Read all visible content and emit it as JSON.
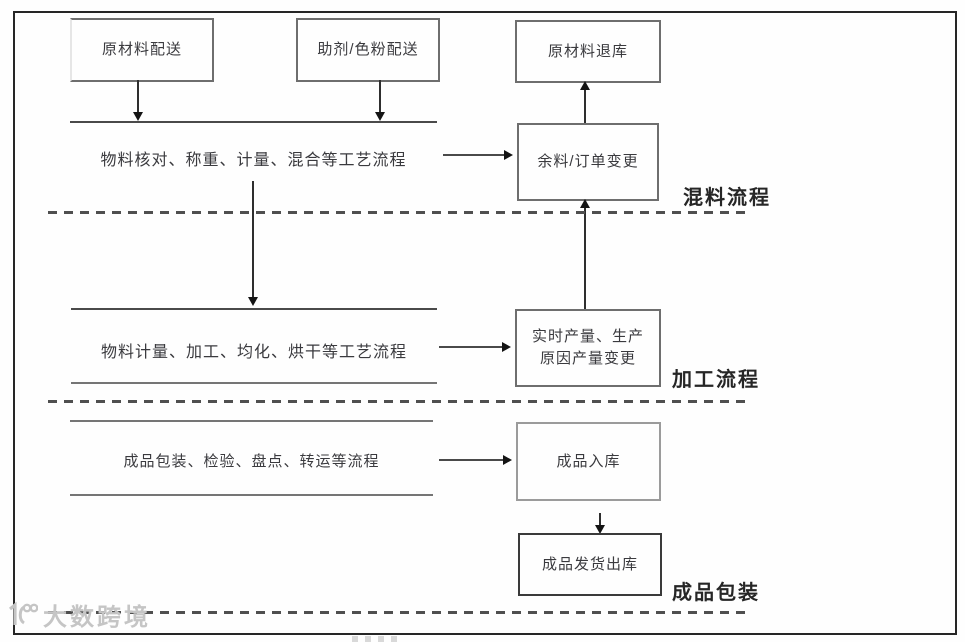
{
  "diagram": {
    "nodes": {
      "raw_material_delivery": "原材料配送",
      "additive_pigment_delivery": "助剂/色粉配送",
      "raw_material_return": "原材料退库",
      "surplus_order_change": "余料/订单变更",
      "mixing_step": "物料核对、称重、计量、混合等工艺流程",
      "processing_step": "物料计量、加工、均化、烘干等工艺流程",
      "realtime_output_line1": "实时产量、生产",
      "realtime_output_line2": "原因产量变更",
      "packaging_step": "成品包装、检验、盘点、转运等流程",
      "finished_goods_inbound": "成品入库",
      "finished_goods_outbound": "成品发货出库"
    },
    "section_labels": {
      "mixing": "混料流程",
      "processing": "加工流程",
      "packaging": "成品包装"
    }
  },
  "watermark": {
    "brand": "大数跨境"
  }
}
